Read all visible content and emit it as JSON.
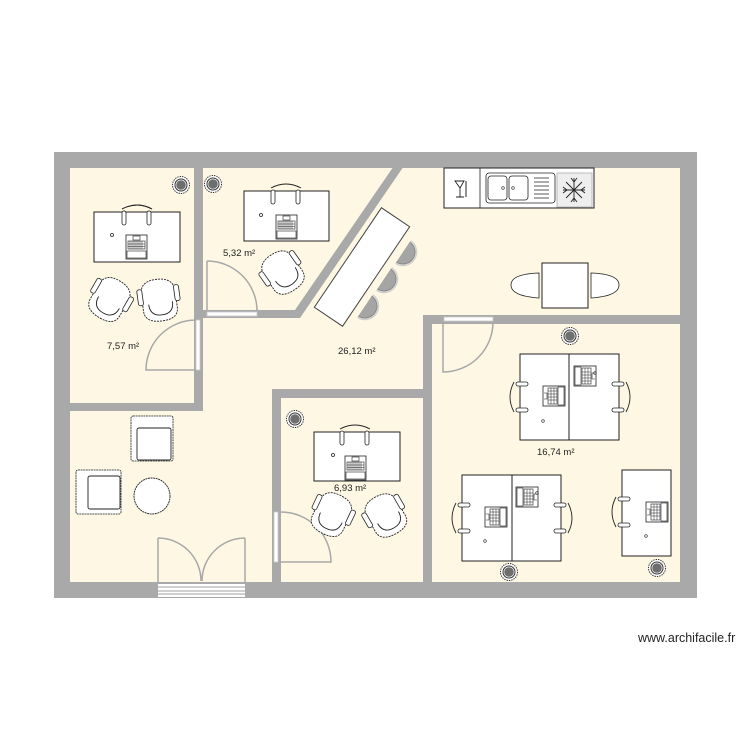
{
  "plan": {
    "colors": {
      "wall": "#a9a9a9",
      "floor": "#fdf7e3",
      "furniture": "#ffffff",
      "furniture_stroke": "#222222",
      "door": "#a8a8a8",
      "stool": "#a5a5a5"
    },
    "rooms": [
      {
        "id": "office-left",
        "area": "7,57 m²"
      },
      {
        "id": "office-small",
        "area": "5,32 m²"
      },
      {
        "id": "open-space-hall",
        "area": "26,12 m²"
      },
      {
        "id": "office-bottom",
        "area": "6,93 m²"
      },
      {
        "id": "office-right",
        "area": "16,74 m²"
      }
    ],
    "kitchen": {
      "icons": [
        "wine-glass-icon",
        "sink-icon",
        "drainboard-icon",
        "freezer-icon"
      ]
    }
  },
  "watermark": "www.archifacile.fr"
}
